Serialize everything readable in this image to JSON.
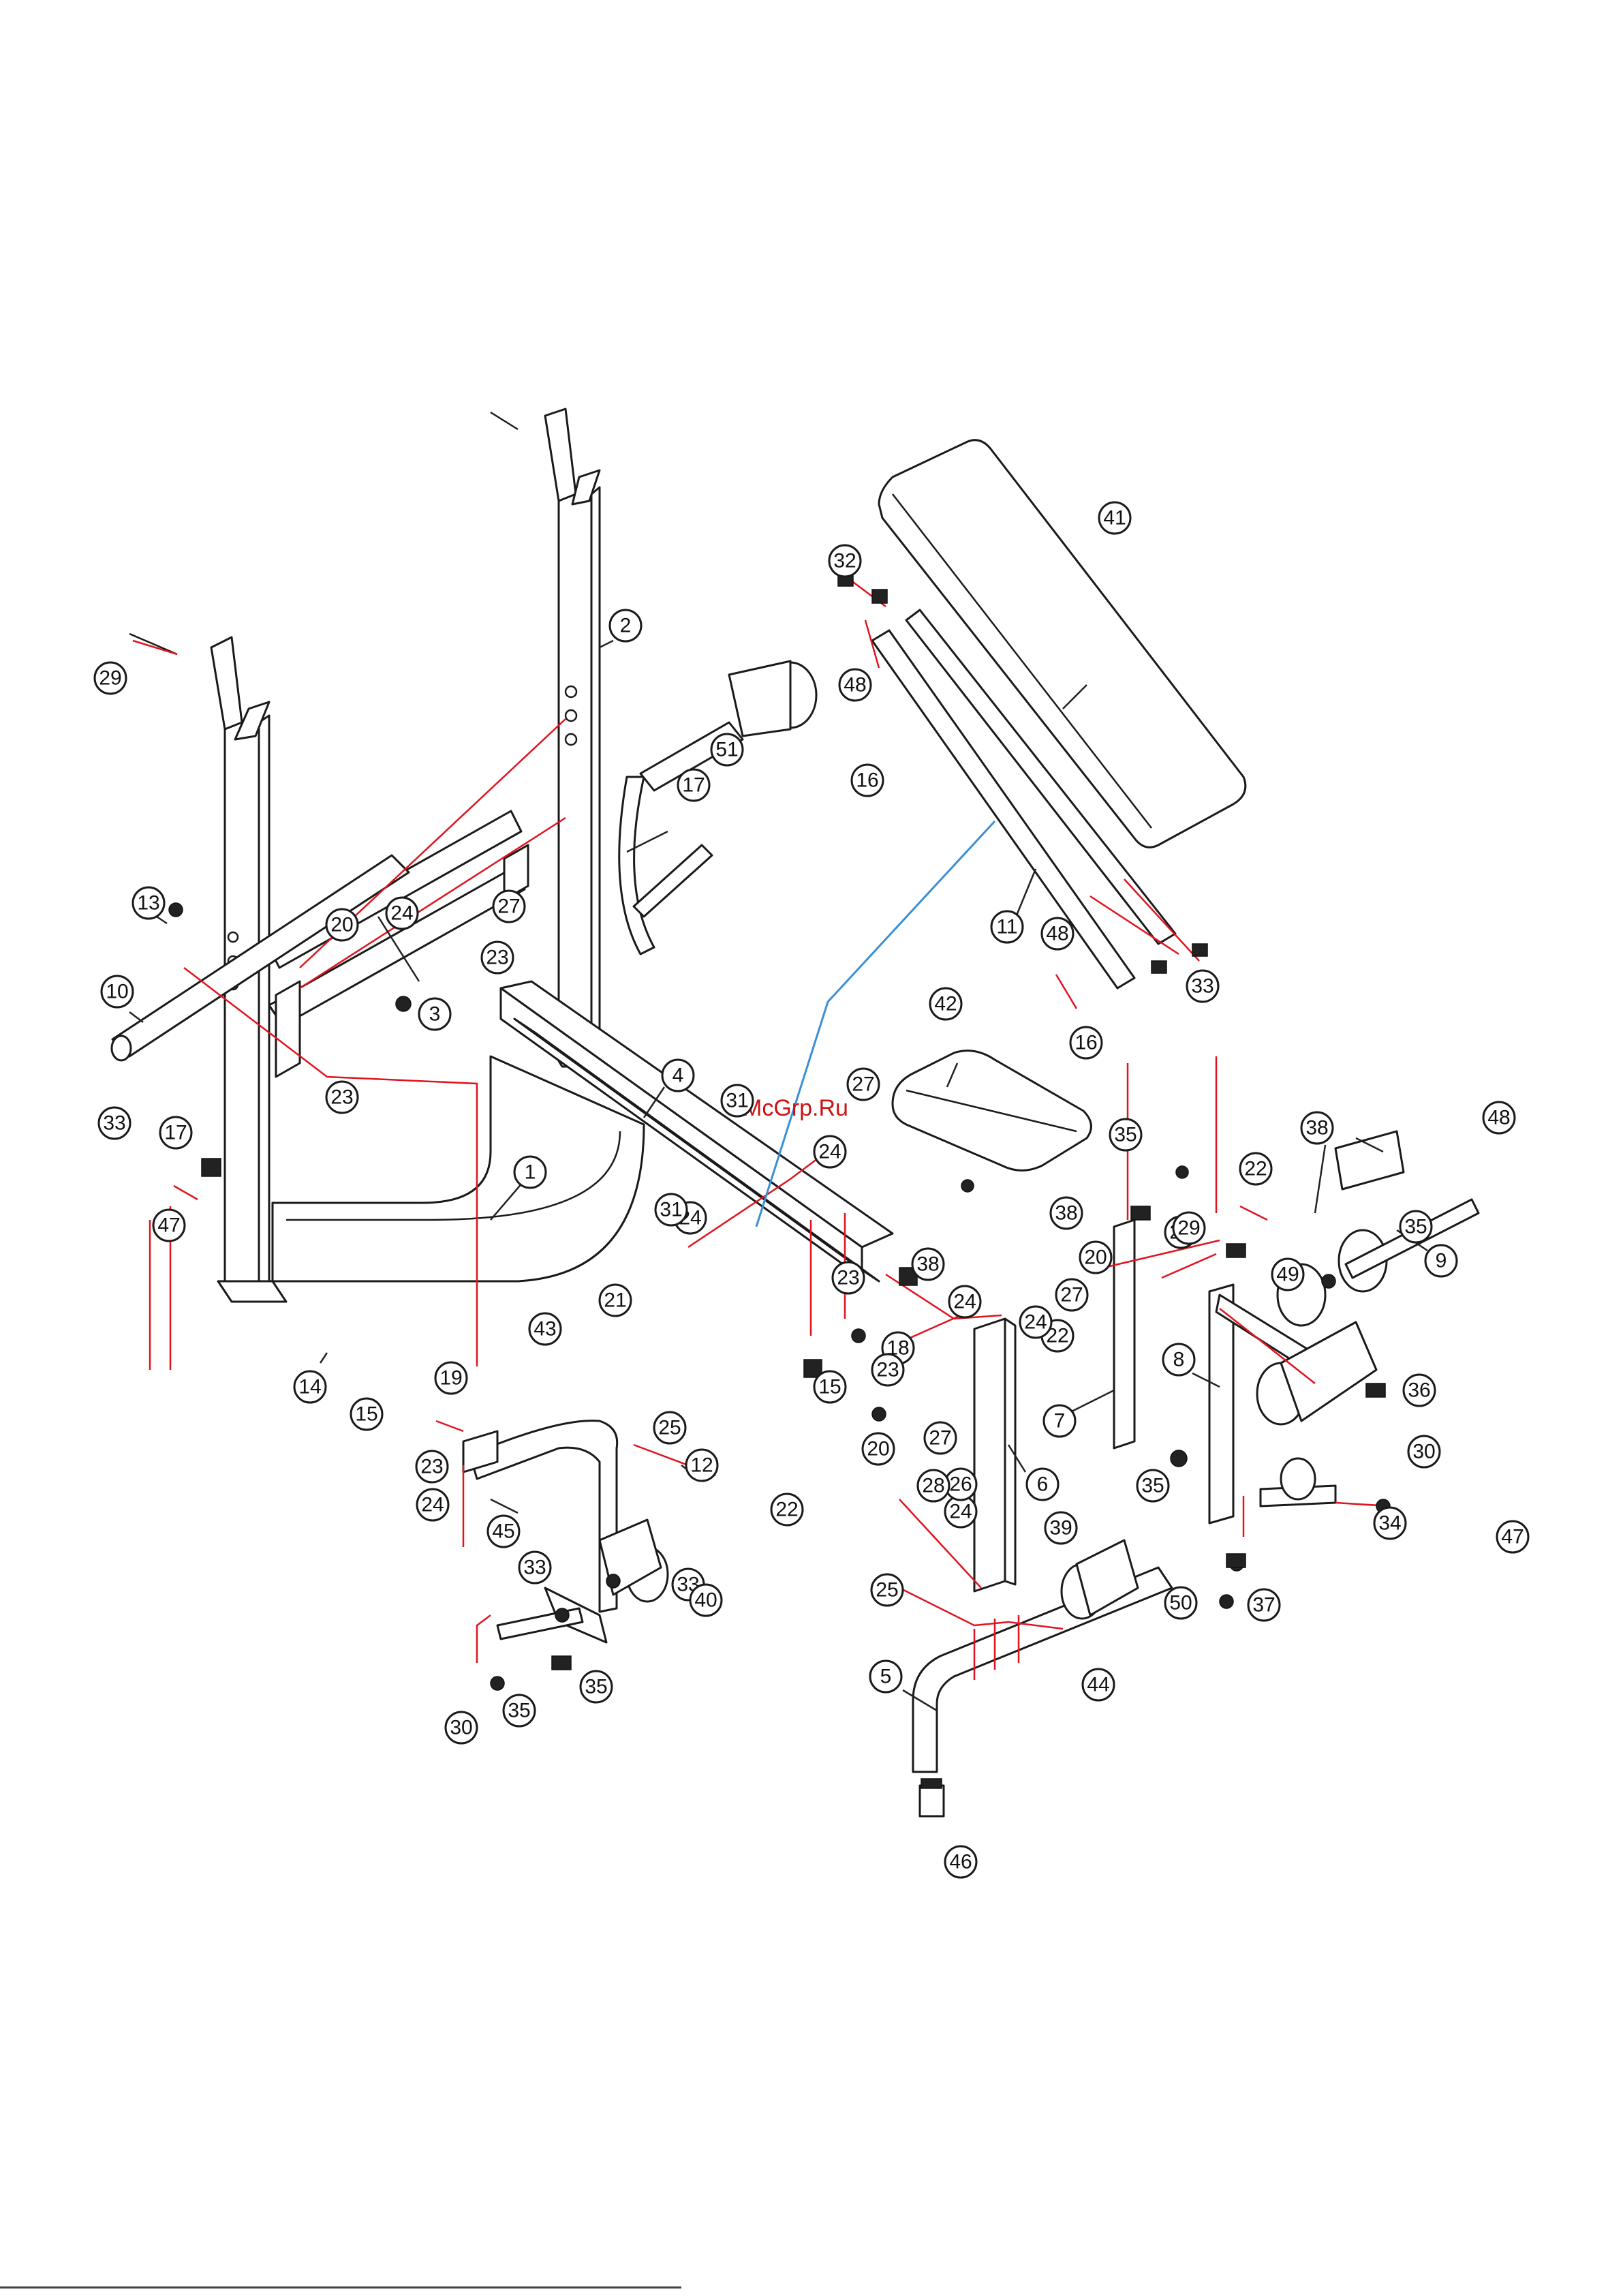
{
  "diagram": {
    "watermark": "McGrp.Ru",
    "callouts": [
      "1",
      "2",
      "3",
      "4",
      "5",
      "6",
      "7",
      "8",
      "9",
      "10",
      "11",
      "12",
      "13",
      "14",
      "15",
      "15",
      "16",
      "16",
      "17",
      "17",
      "18",
      "19",
      "20",
      "20",
      "20",
      "21",
      "22",
      "22",
      "22",
      "23",
      "23",
      "23",
      "23",
      "23",
      "24",
      "24",
      "24",
      "24",
      "24",
      "24",
      "24",
      "24",
      "25",
      "25",
      "26",
      "27",
      "27",
      "27",
      "27",
      "28",
      "29",
      "29",
      "30",
      "30",
      "31",
      "31",
      "32",
      "33",
      "33",
      "33",
      "33",
      "34",
      "35",
      "35",
      "35",
      "35",
      "35",
      "36",
      "37",
      "38",
      "38",
      "38",
      "39",
      "40",
      "41",
      "42",
      "43",
      "44",
      "45",
      "46",
      "47",
      "47",
      "48",
      "48",
      "48",
      "49",
      "50",
      "51"
    ]
  }
}
